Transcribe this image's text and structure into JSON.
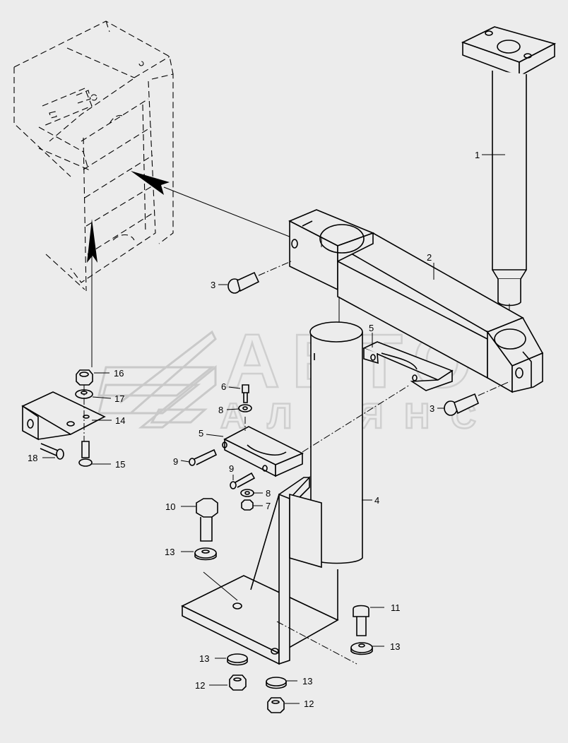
{
  "watermark": {
    "line1": "АВТО",
    "line2": "АЛЬЯНС"
  },
  "callouts": [
    {
      "id": "c1",
      "text": "1"
    },
    {
      "id": "c2",
      "text": "2"
    },
    {
      "id": "c3a",
      "text": "3"
    },
    {
      "id": "c3b",
      "text": "3"
    },
    {
      "id": "c4",
      "text": "4"
    },
    {
      "id": "c5a",
      "text": "5"
    },
    {
      "id": "c5b",
      "text": "5"
    },
    {
      "id": "c6",
      "text": "6"
    },
    {
      "id": "c7",
      "text": "7"
    },
    {
      "id": "c8a",
      "text": "8"
    },
    {
      "id": "c8b",
      "text": "8"
    },
    {
      "id": "c9a",
      "text": "9"
    },
    {
      "id": "c9b",
      "text": "9"
    },
    {
      "id": "c10",
      "text": "10"
    },
    {
      "id": "c11",
      "text": "11"
    },
    {
      "id": "c12a",
      "text": "12"
    },
    {
      "id": "c12b",
      "text": "12"
    },
    {
      "id": "c13a",
      "text": "13"
    },
    {
      "id": "c13b",
      "text": "13"
    },
    {
      "id": "c13c",
      "text": "13"
    },
    {
      "id": "c13d",
      "text": "13"
    },
    {
      "id": "c14",
      "text": "14"
    },
    {
      "id": "c15",
      "text": "15"
    },
    {
      "id": "c16",
      "text": "16"
    },
    {
      "id": "c17",
      "text": "17"
    },
    {
      "id": "c18",
      "text": "18"
    }
  ]
}
